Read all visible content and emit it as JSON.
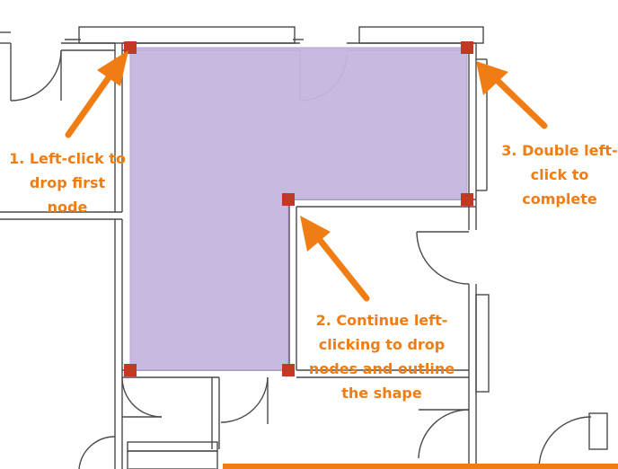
{
  "colors": {
    "accent": "#f07d14",
    "area_fill": "#c6b6dd",
    "node": "#c03a22",
    "wall": "#4a4a4a",
    "background": "#ffffff"
  },
  "callouts": [
    {
      "id": "step-1",
      "lines": [
        "1. Left-click to",
        "drop first",
        "node"
      ]
    },
    {
      "id": "step-2",
      "lines": [
        "2. Continue left-",
        "clicking to drop",
        "nodes and outline",
        "the shape"
      ]
    },
    {
      "id": "step-3",
      "lines": [
        "3. Double left-",
        "click to",
        "complete"
      ]
    }
  ],
  "nodes_count": 6
}
